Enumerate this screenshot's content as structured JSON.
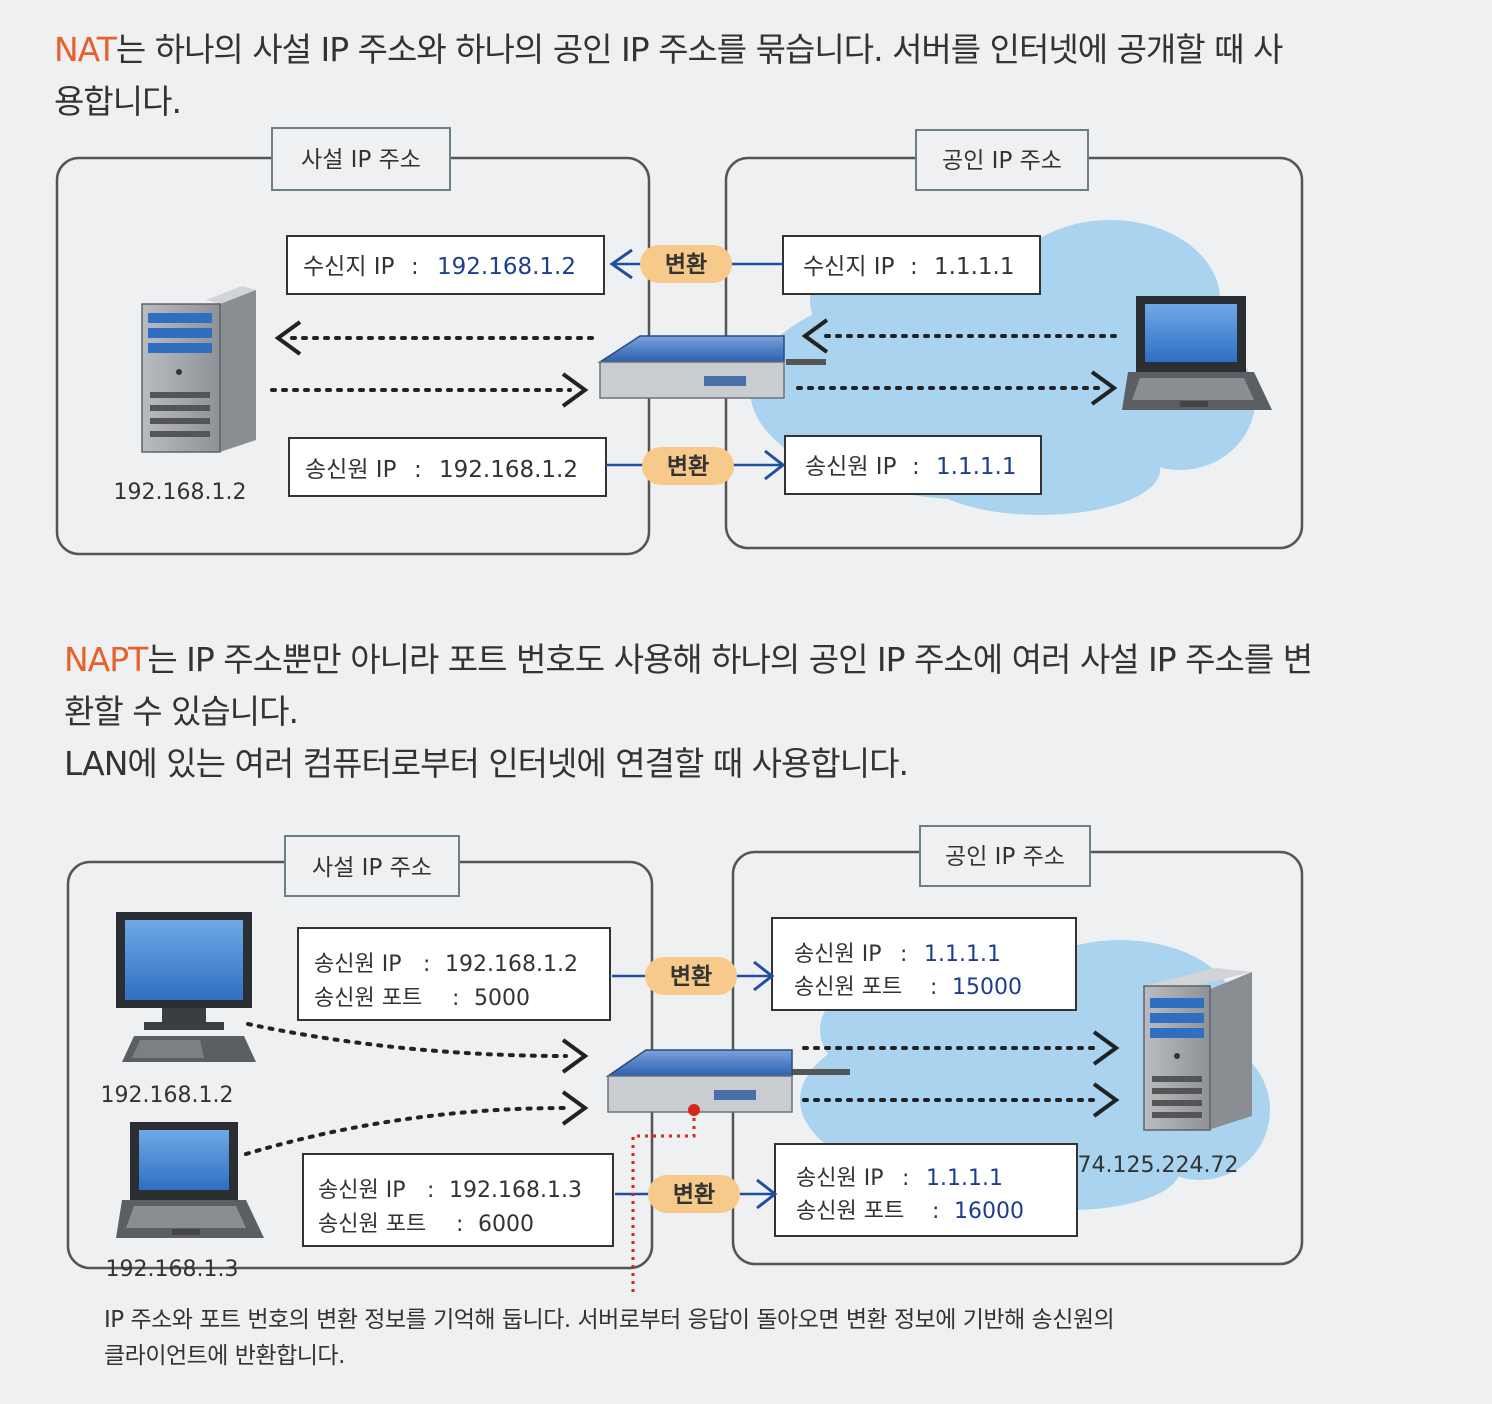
{
  "intro_nat": {
    "highlight": "NAT",
    "line1": "는 하나의 사설 IP 주소와 하나의 공인 IP 주소를 묶습니다. 서버를 인터넷에 공개할 때 사",
    "line2": "용합니다."
  },
  "intro_napt": {
    "highlight": "NAPT",
    "line1": "는 IP 주소뿐만 아니라 포트 번호도 사용해 하나의 공인 IP 주소에 여러 사설 IP 주소를 변",
    "line2": "환할 수 있습니다.",
    "line3": "LAN에 있는 여러 컴퓨터로부터 인터넷에 연결할 때 사용합니다."
  },
  "diagram_nat": {
    "private_label": "사설 IP 주소",
    "public_label": "공인 IP 주소",
    "convert_label": "변환",
    "private_dest": {
      "label": "수신지 IP",
      "sep": ":",
      "value": "192.168.1.2"
    },
    "private_src": {
      "label": "송신원 IP",
      "sep": ":",
      "value": "192.168.1.2"
    },
    "public_dest": {
      "label": "수신지 IP",
      "sep": ":",
      "value": "1.1.1.1"
    },
    "public_src": {
      "label": "송신원 IP",
      "sep": ":",
      "value": "1.1.1.1"
    },
    "server_ip": "192.168.1.2"
  },
  "diagram_napt": {
    "private_label": "사설 IP 주소",
    "public_label": "공인 IP 주소",
    "convert_label": "변환",
    "row1_private": {
      "ip_label": "송신원 IP",
      "ip_sep": ":",
      "ip": "192.168.1.2",
      "port_label": "송신원 포트",
      "port_sep": ":",
      "port": "5000"
    },
    "row2_private": {
      "ip_label": "송신원 IP",
      "ip_sep": ":",
      "ip": "192.168.1.3",
      "port_label": "송신원 포트",
      "port_sep": ":",
      "port": "6000"
    },
    "row1_public": {
      "ip_label": "송신원 IP",
      "ip_sep": ":",
      "ip": "1.1.1.1",
      "port_label": "송신원 포트",
      "port_sep": ":",
      "port": "15000"
    },
    "row2_public": {
      "ip_label": "송신원 IP",
      "ip_sep": ":",
      "ip": "1.1.1.1",
      "port_label": "송신원 포트",
      "port_sep": ":",
      "port": "16000"
    },
    "pc1_ip": "192.168.1.2",
    "pc2_ip": "192.168.1.3",
    "server_ip": "74.125.224.72"
  },
  "footnote": {
    "line1": "IP 주소와 포트 번호의 변환 정보를 기억해 둡니다. 서버로부터 응답이 돌아오면 변환 정보에 기반해 송신원의",
    "line2": "클라이언트에 반환합니다."
  },
  "colors": {
    "highlight": "#e8612c",
    "value_blue": "#1f3d8f",
    "convert_fill": "#f7c98a",
    "cloud": "#a9d3ee",
    "frame": "#555555",
    "red_dot": "#d9261c"
  }
}
